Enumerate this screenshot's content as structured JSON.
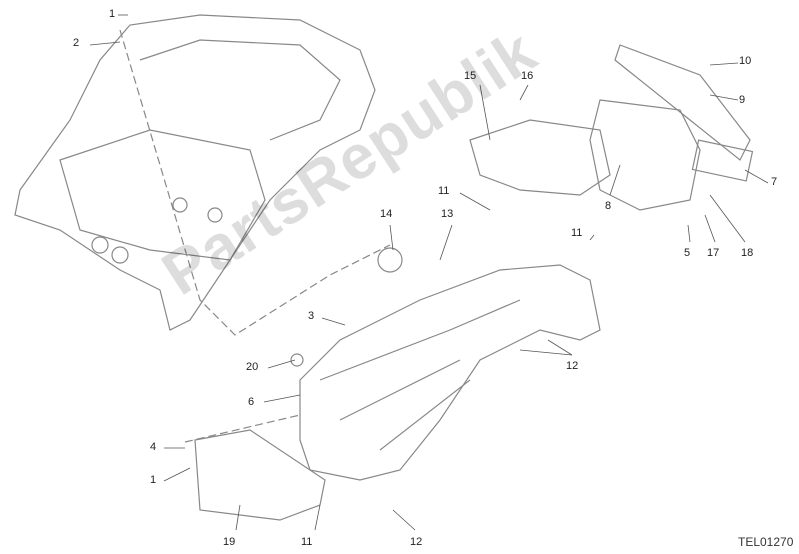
{
  "diagram": {
    "drawing_code": "TEL01270",
    "watermark": "PartsRepublik",
    "callouts": [
      "1",
      "2",
      "15",
      "16",
      "10",
      "9",
      "7",
      "8",
      "18",
      "5",
      "17",
      "11",
      "14",
      "13",
      "11",
      "3",
      "20",
      "6",
      "12",
      "4",
      "1",
      "19",
      "11",
      "12"
    ]
  }
}
